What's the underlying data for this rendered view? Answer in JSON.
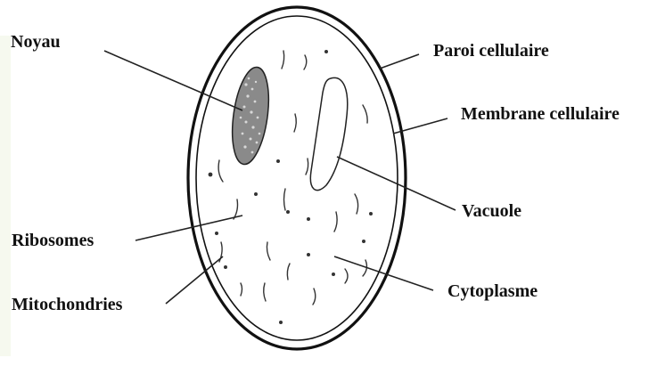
{
  "labels": {
    "noyau": "Noyau",
    "paroi": "Paroi cellulaire",
    "membrane": "Membrane cellulaire",
    "vacuole": "Vacuole",
    "ribosomes": "Ribosomes",
    "mitochondries": "Mitochondries",
    "cytoplasme": "Cytoplasme"
  }
}
